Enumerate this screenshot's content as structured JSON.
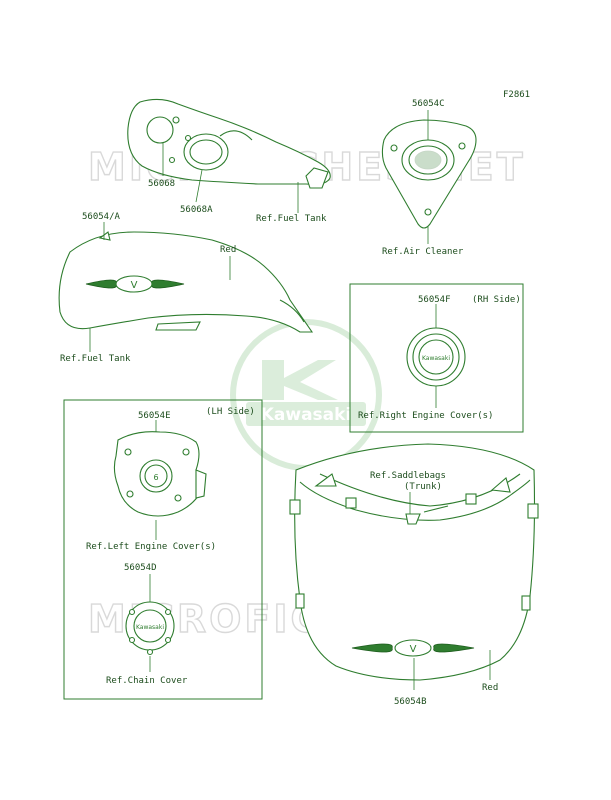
{
  "diagram_code": "F2861",
  "watermark": {
    "site": "MICROFICHES.NET",
    "brand": "Kawasaki"
  },
  "labels": {
    "p56068": "56068",
    "p56068a": "56068A",
    "ref_fuel_tank_top": "Ref.Fuel Tank",
    "p56054c": "56054C",
    "ref_air_cleaner": "Ref.Air Cleaner",
    "p56054a": "56054/A",
    "red_tank": "Red",
    "ref_fuel_tank_side": "Ref.Fuel Tank",
    "p56054f": "56054F",
    "rh_side": "(RH Side)",
    "ref_right_engine_cover": "Ref.Right Engine Cover(s)",
    "p56054e": "56054E",
    "lh_side": "(LH Side)",
    "ref_left_engine_cover": "Ref.Left Engine Cover(s)",
    "p56054d": "56054D",
    "ref_chain_cover": "Ref.Chain Cover",
    "ref_saddlebags": "Ref.Saddlebags",
    "trunk": "(Trunk)",
    "red_fairing": "Red",
    "p56054b": "56054B"
  },
  "colors": {
    "line": "#2f7d2f",
    "text": "#1d4d1d",
    "watermark_text": "#d9d9d9",
    "watermark_logo": "#cfe7cf"
  }
}
